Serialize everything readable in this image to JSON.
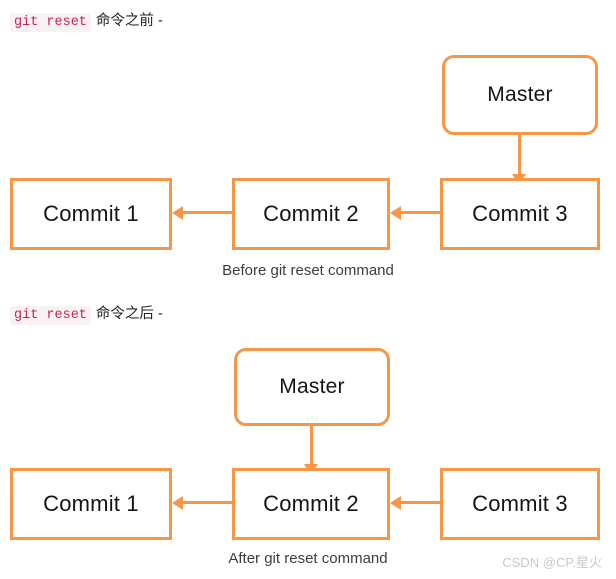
{
  "page": {
    "background": "#ffffff",
    "accent_color": "#F79646",
    "code_text_color": "#c7254e",
    "code_bg_color": "#f9f2f4"
  },
  "sections": {
    "before": {
      "heading_code": "git reset",
      "heading_text": "命令之前 -",
      "caption": "Before git reset command",
      "nodes": {
        "master": "Master",
        "commit1": "Commit 1",
        "commit2": "Commit 2",
        "commit3": "Commit 3"
      }
    },
    "after": {
      "heading_code": "git reset",
      "heading_text": "命令之后 -",
      "caption": "After git reset command",
      "nodes": {
        "master": "Master",
        "commit1": "Commit 1",
        "commit2": "Commit 2",
        "commit3": "Commit 3"
      }
    }
  },
  "watermark": {
    "text": "CSDN @CP.星火"
  }
}
